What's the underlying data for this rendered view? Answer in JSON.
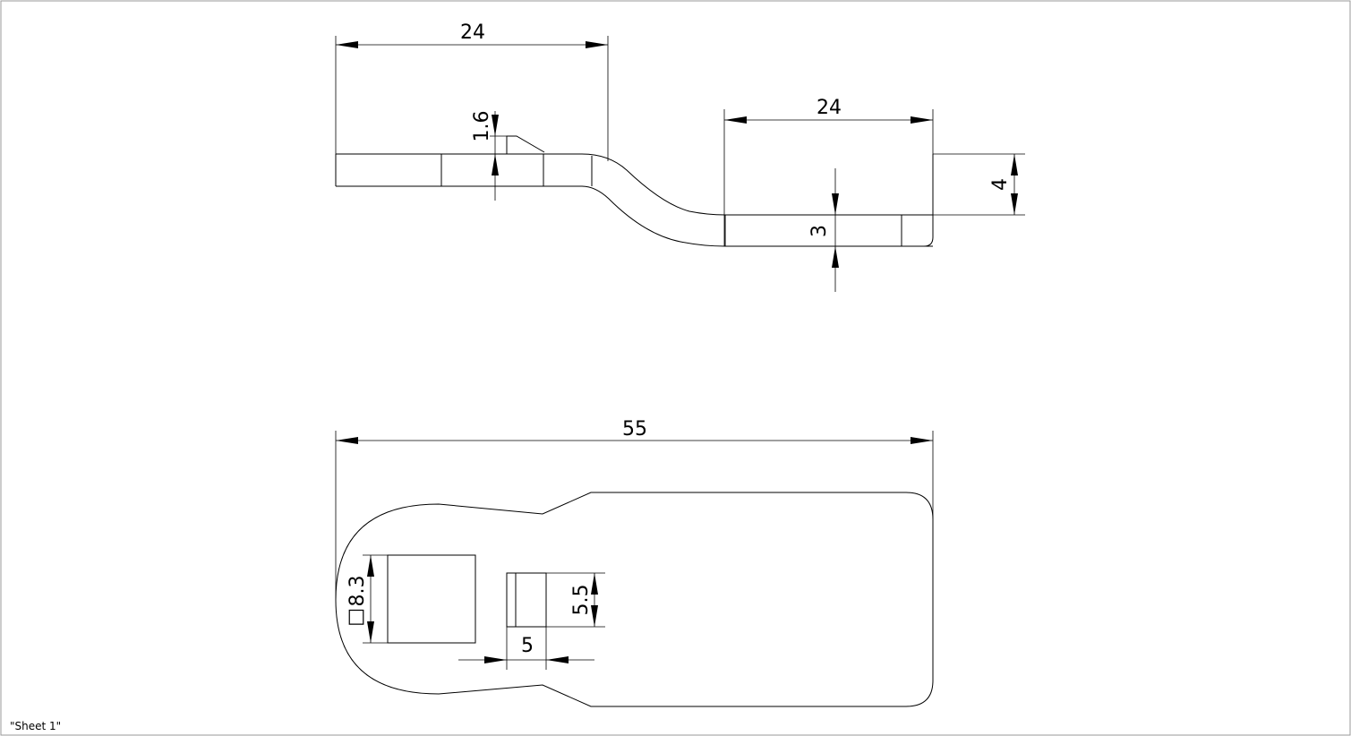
{
  "sheet": {
    "label": "\"Sheet 1\""
  },
  "dimensions": {
    "side_left_length": "24",
    "side_right_length": "24",
    "side_thickness": "1.6",
    "side_offset": "4",
    "side_end_thickness": "3",
    "top_total_length": "55",
    "square_hole_size": "8.3",
    "square_symbol": "□",
    "slot_width": "5",
    "slot_height": "5.5"
  }
}
